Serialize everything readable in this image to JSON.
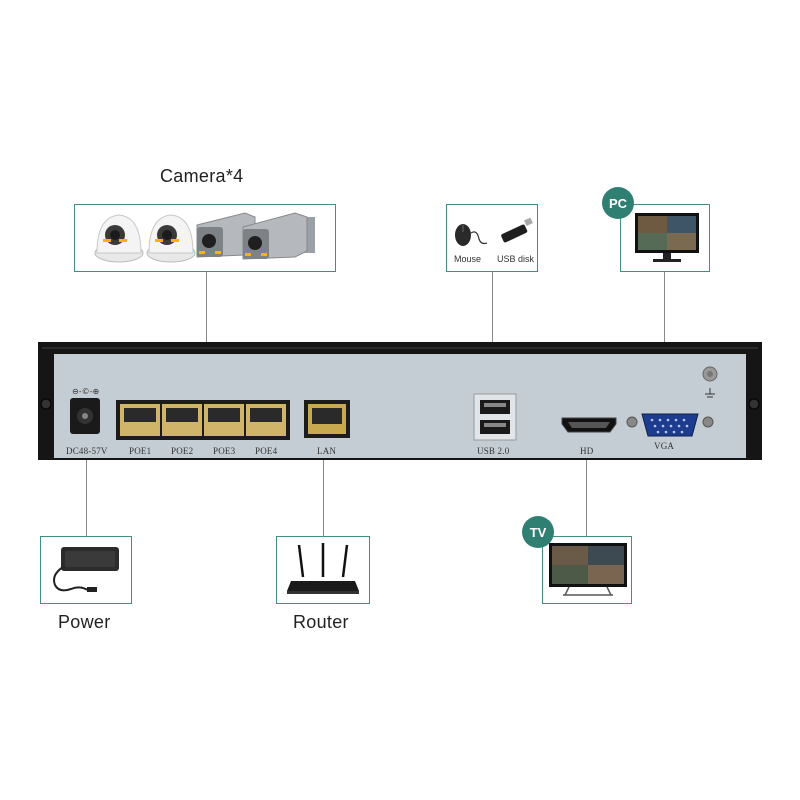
{
  "labels": {
    "camera": "Camera*4",
    "power": "Power",
    "router": "Router",
    "mouse": "Mouse",
    "usb_disk": "USB disk"
  },
  "badges": {
    "pc": "PC",
    "tv": "TV"
  },
  "ports": {
    "dc": "DC48-57V",
    "poe1": "POE1",
    "poe2": "POE2",
    "poe3": "POE3",
    "poe4": "POE4",
    "lan": "LAN",
    "usb": "USB 2.0",
    "hd": "HD",
    "vga": "VGA"
  },
  "colors": {
    "accent": "#2f7f72",
    "panel": "#c5cdd4",
    "chassis": "#151515"
  },
  "icons": [
    "dome-camera-icon",
    "bullet-camera-icon",
    "mouse-icon",
    "usb-disk-icon",
    "monitor-icon",
    "tv-icon",
    "power-adapter-icon",
    "router-icon",
    "ground-icon"
  ]
}
